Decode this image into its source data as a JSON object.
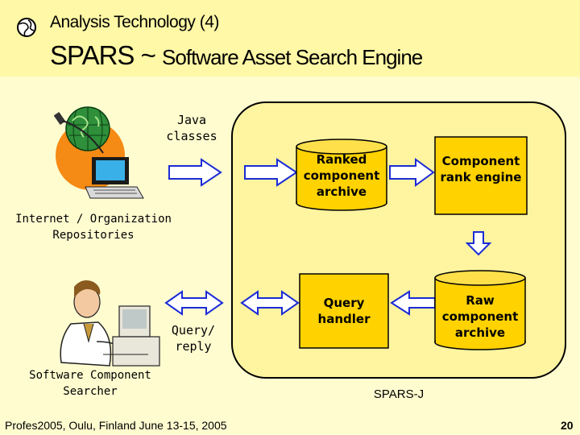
{
  "header": {
    "subtitle": "Analysis Technology (4)",
    "title_main": "SPARS ~ ",
    "title_sub": "Software Asset Search Engine"
  },
  "left": {
    "java_classes": "Java classes",
    "repositories": "Internet / Organization Repositories",
    "query_reply": "Query/ reply",
    "searcher": "Software Component Searcher"
  },
  "spars": {
    "label": "SPARS-J",
    "ranked_archive": "Ranked component archive",
    "rank_engine": "Component rank engine",
    "query_handler": "Query handler",
    "raw_archive": "Raw component archive"
  },
  "footer": {
    "conference": "Profes2005, Oulu, Finland June 13-15, 2005",
    "page_number": "20"
  },
  "colors": {
    "background": "#fffcd0",
    "spars_fill": "#fff4a0",
    "cylinder": "#ffd200",
    "arrow_fill": "#ffffff",
    "arrow_stroke": "#1a2bd6",
    "border": "#b3a98a"
  },
  "icons": [
    "globe-icon",
    "computer-icon",
    "person-at-computer-icon"
  ]
}
